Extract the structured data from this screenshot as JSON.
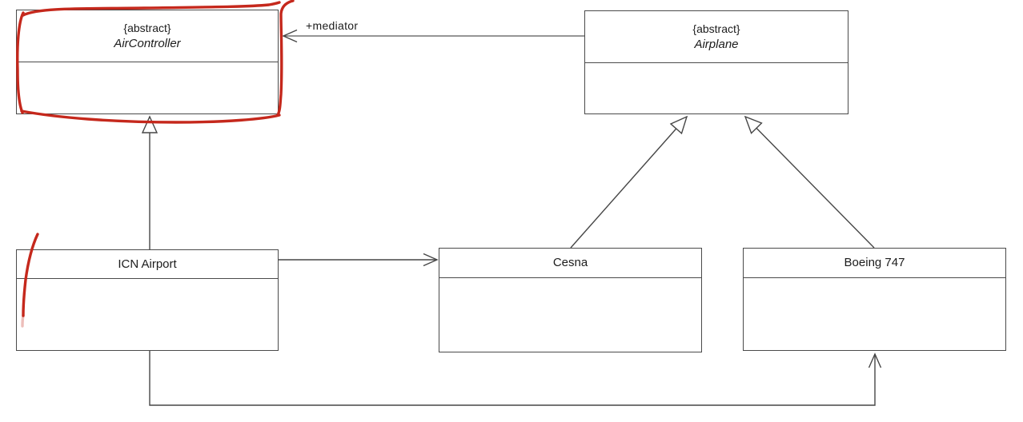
{
  "diagram": {
    "kind": "uml-class-diagram",
    "classes": {
      "aircontroller": {
        "stereotype": "{abstract}",
        "name": "AirController",
        "abstract": true
      },
      "airplane": {
        "stereotype": "{abstract}",
        "name": "Airplane",
        "abstract": true
      },
      "icn_airport": {
        "name": "ICN Airport",
        "abstract": false
      },
      "cesna": {
        "name": "Cesna",
        "abstract": false
      },
      "boeing747": {
        "name": "Boeing 747",
        "abstract": false
      }
    },
    "edges": [
      {
        "from": "Airplane",
        "to": "AirController",
        "type": "association",
        "arrow": "open",
        "label": "+mediator"
      },
      {
        "from": "ICN Airport",
        "to": "AirController",
        "type": "generalization",
        "arrow": "hollow-triangle",
        "label": ""
      },
      {
        "from": "Cesna",
        "to": "Airplane",
        "type": "generalization",
        "arrow": "hollow-triangle",
        "label": ""
      },
      {
        "from": "Boeing 747",
        "to": "Airplane",
        "type": "generalization",
        "arrow": "hollow-triangle",
        "label": ""
      },
      {
        "from": "ICN Airport",
        "to": "Cesna",
        "type": "association",
        "arrow": "open",
        "label": ""
      },
      {
        "from": "ICN Airport",
        "to": "Boeing 747",
        "type": "association",
        "arrow": "open",
        "label": ""
      }
    ],
    "annotations": {
      "pen_color": "#c5281c",
      "items": [
        {
          "shape": "hand-drawn-outline",
          "around": "AirController"
        },
        {
          "shape": "hand-drawn-stroke",
          "at": "ICN Airport left edge"
        }
      ]
    }
  }
}
